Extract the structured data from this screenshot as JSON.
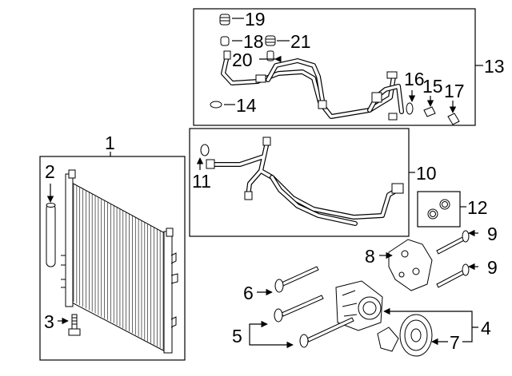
{
  "diagram": {
    "callouts": {
      "c1": "1",
      "c2": "2",
      "c3": "3",
      "c4": "4",
      "c5": "5",
      "c6": "6",
      "c7": "7",
      "c8": "8",
      "c9a": "9",
      "c9b": "9",
      "c10": "10",
      "c11": "11",
      "c12": "12",
      "c13": "13",
      "c14": "14",
      "c15": "15",
      "c16": "16",
      "c17": "17",
      "c18": "18",
      "c19": "19",
      "c20": "20",
      "c21": "21"
    }
  }
}
